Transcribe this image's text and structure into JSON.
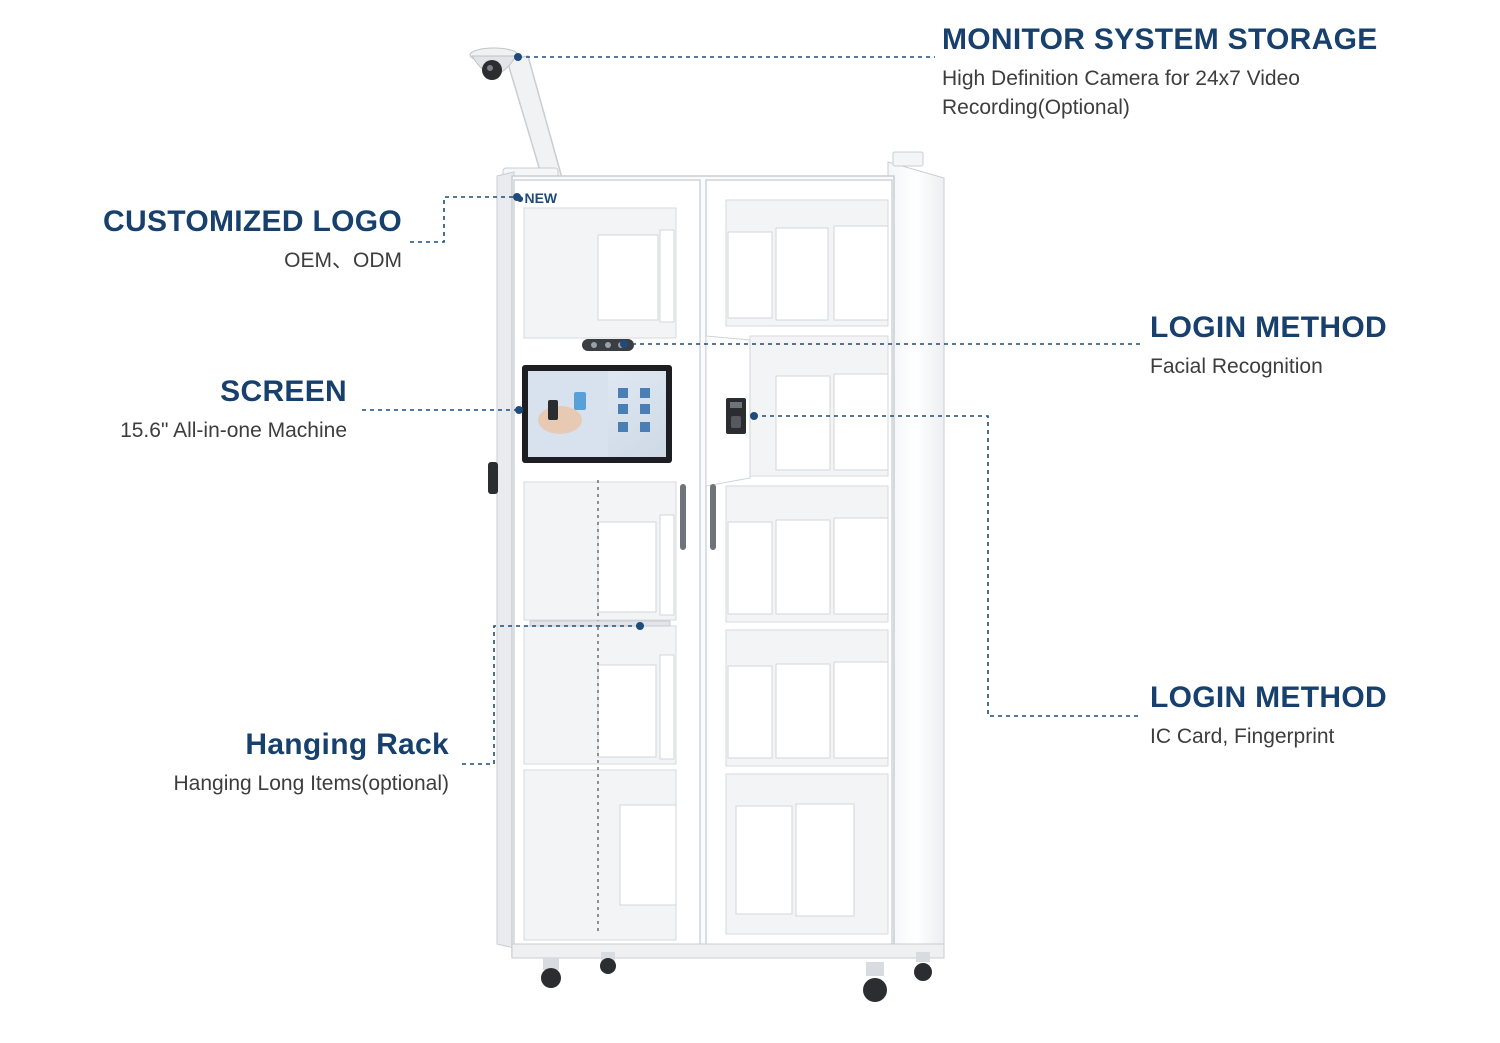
{
  "callouts": {
    "monitor": {
      "title": "MONITOR SYSTEM STORAGE",
      "desc": "High Definition Camera for 24x7 Video Recording(Optional)"
    },
    "logo": {
      "title": "CUSTOMIZED LOGO",
      "desc": "OEM、ODM"
    },
    "screen": {
      "title": "SCREEN",
      "desc": "15.6\" All-in-one Machine"
    },
    "facial": {
      "title": "LOGIN METHOD",
      "desc": "Facial Recognition"
    },
    "card": {
      "title": "LOGIN METHOD",
      "desc": "IC Card, Fingerprint"
    },
    "rack": {
      "title": "Hanging Rack",
      "desc": "Hanging Long Items(optional)"
    }
  },
  "cabinet": {
    "logo_text": "NEW"
  },
  "colors": {
    "accent": "#17406d",
    "leader": "#1f4b7a",
    "cabinet": "#ffffff",
    "outline": "#c9cdd2"
  }
}
